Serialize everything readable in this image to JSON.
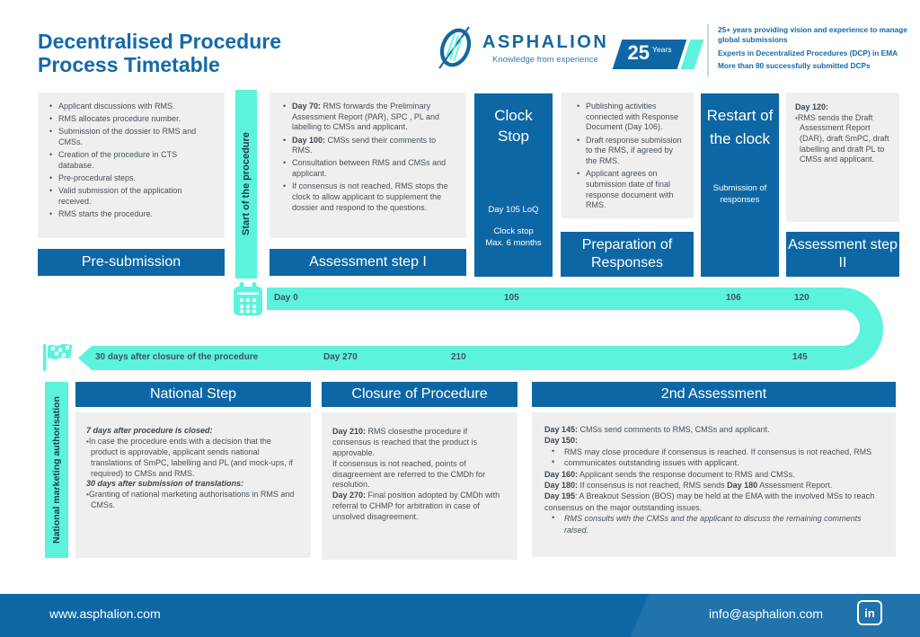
{
  "colors": {
    "primary_blue": "#0e67a5",
    "title_blue": "#1569a9",
    "teal": "#5cf3dc",
    "gray_panel": "#efefef",
    "body_text": "#47525b"
  },
  "header": {
    "title_line1": "Decentralised Procedure",
    "title_line2": "Process Timetable",
    "logo_name": "ASPHALION",
    "logo_tagline": "Knowledge from experience",
    "badge_number": "25",
    "badge_unit": "Years",
    "claims": [
      "25+ years providing vision and experience to manage global submissions",
      "Experts in Decentralized Procedures (DCP) in EMA",
      "More than 80 successfully submitted DCPs"
    ]
  },
  "top_row": {
    "start_bar_label": "Start of the procedure",
    "pre_submission": {
      "label": "Pre-submission",
      "bullets": [
        "Applicant discussions with RMS.",
        "RMS allocates procedure number.",
        "Submission of the dossier to RMS and CMSs.",
        "Creation of the procedure in CTS database.",
        "Pre-procedural steps.",
        "Valid submission of the application received.",
        "RMS starts the procedure."
      ]
    },
    "assessment_step_1": {
      "label": "Assessment step I",
      "bullets": [
        {
          "b": "Day 70:",
          "t": "RMS forwards the Preliminary Assessment Report (PAR), SPC , PL and labelling to CMSs and applicant."
        },
        {
          "b": "Day 100:",
          "t": "CMSs send their comments to RMS."
        },
        {
          "t": "Consultation between RMS and CMSs and applicant."
        },
        {
          "t": "If consensus is not reached, RMS stops the clock to allow applicant to supplement the dossier and respond to the questions."
        }
      ]
    },
    "clock_stop": {
      "title": "Clock Stop",
      "note1": "Day 105 LoQ",
      "note2": "Clock stop",
      "note3": "Max. 6 months"
    },
    "preparation_of_responses": {
      "label": "Preparation of Responses",
      "bullets": [
        "Publishing activities connected with Response Document (Day 106).",
        "Draft response submission to the RMS, if agreed by the RMS.",
        "Applicant agrees on submission date of final response document with RMS."
      ]
    },
    "restart": {
      "title": "Restart of the clock",
      "subtitle": "Submission of responses"
    },
    "assessment_step_2": {
      "label": "Assessment step II",
      "heading": "Day 120:",
      "bullet": "RMS sends the Draft Assessment Report (DAR), draft SmPC, draft labelling and draft PL to CMSs and applicant."
    }
  },
  "timeline": {
    "top_labels": [
      "Day 0",
      "105",
      "106",
      "120"
    ],
    "bottom_labels": [
      "30 days after closure of the procedure",
      "Day 270",
      "210",
      "145"
    ]
  },
  "bottom_row": {
    "side_bar_label": "National marketing authorisation",
    "national_step": {
      "title": "National Step",
      "h1": "7 days after procedure is closed:",
      "p1": "In case the procedure ends with a decision that the product is approvable, applicant sends national translations of SmPC, labelling and PL (and mock-ups, if required) to CMSs and RMS.",
      "h2": "30 days after submission of translations:",
      "p2": "Granting of national marketing authorisations in RMS and CMSs."
    },
    "closure": {
      "title": "Closure of Procedure",
      "items": [
        {
          "b": "Day 210:",
          "t": "RMS closesthe procedure if consensus is reached that the product is approvable."
        },
        {
          "t": "If consensus is not reached, points of disagreement are referred to the CMDh for resolution."
        },
        {
          "b": "Day 270:",
          "t": "Final position adopted by CMDh with referral to CHMP for arbitration in case of unsolved disagreement."
        }
      ]
    },
    "second_assessment": {
      "title": "2nd Assessment",
      "lines": [
        {
          "b": "Day 145:",
          "t": "CMSs send comments to RMS, CMSs and applicant."
        },
        {
          "b": "Day 150:"
        },
        {
          "t": "RMS may close procedure if consensus is reached. If consensus is not reached, RMS"
        },
        {
          "t": "communicates outstanding issues with applicant."
        },
        {
          "b": "Day 160:",
          "t": "Applicant sends the response document to RMS and CMSs."
        },
        {
          "b": "Day 180:",
          "t": "If consensus is not reached, RMS sends",
          "b2": "Day 180",
          "t2": "Assessment Report."
        },
        {
          "b": "Day 195",
          "t": ": A Breakout Session (BOS) may be held at the EMA with the involved MSs to reach consensus on the major outstanding issues."
        },
        {
          "t": "RMS consults with the CMSs and the applicant to discuss the remaining comments raised."
        }
      ]
    }
  },
  "footer": {
    "website": "www.asphalion.com",
    "email": "info@asphalion.com",
    "linkedin": "in"
  }
}
